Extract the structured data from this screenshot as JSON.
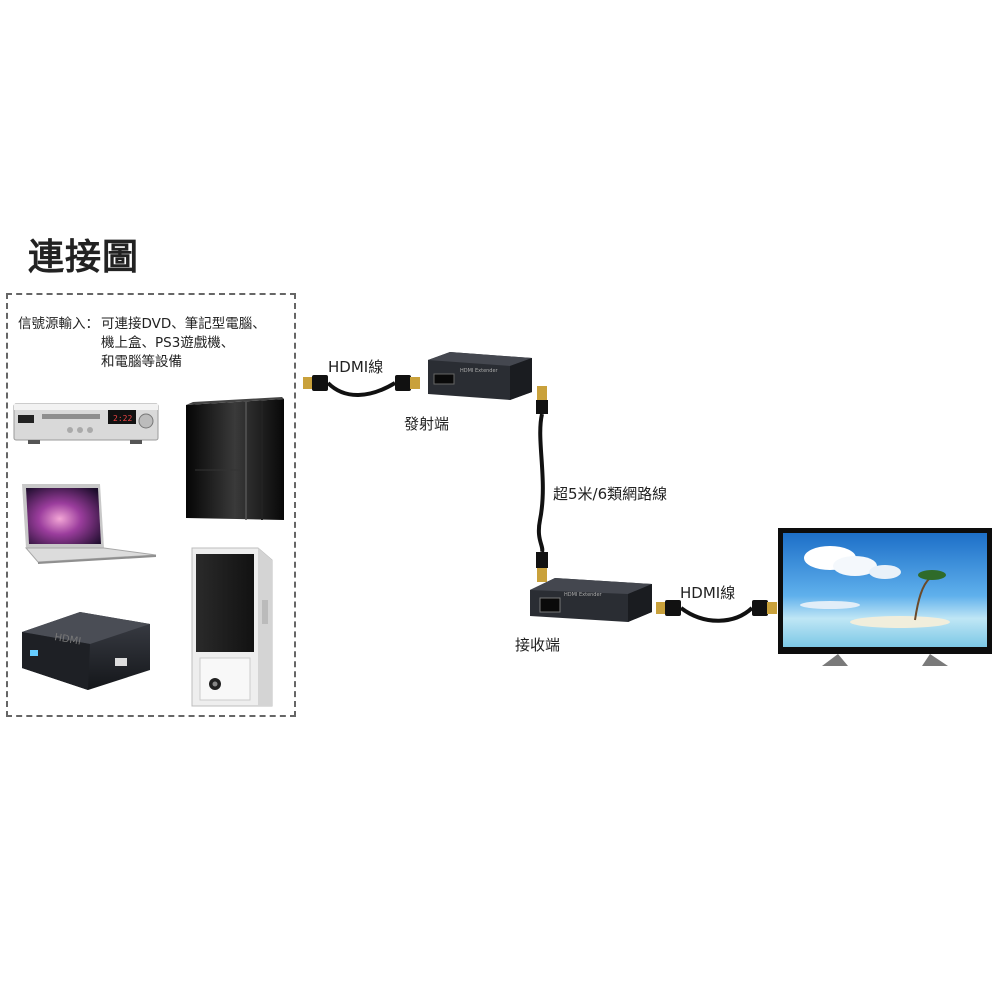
{
  "title": "連接圖",
  "source": {
    "label": "信號源輸入：",
    "lines": [
      "可連接DVD、筆記型電腦、",
      "機上盒、PS3遊戲機、",
      "和電腦等設備"
    ]
  },
  "labels": {
    "hdmi_cable_1": "HDMI線",
    "transmitter": "發射端",
    "network_cable": "超5米/6類網路線",
    "receiver": "接收端",
    "hdmi_cable_2": "HDMI線"
  },
  "devices": [
    "dvd-player",
    "laptop",
    "ps3-console",
    "set-top-box",
    "desktop-computer",
    "television"
  ]
}
